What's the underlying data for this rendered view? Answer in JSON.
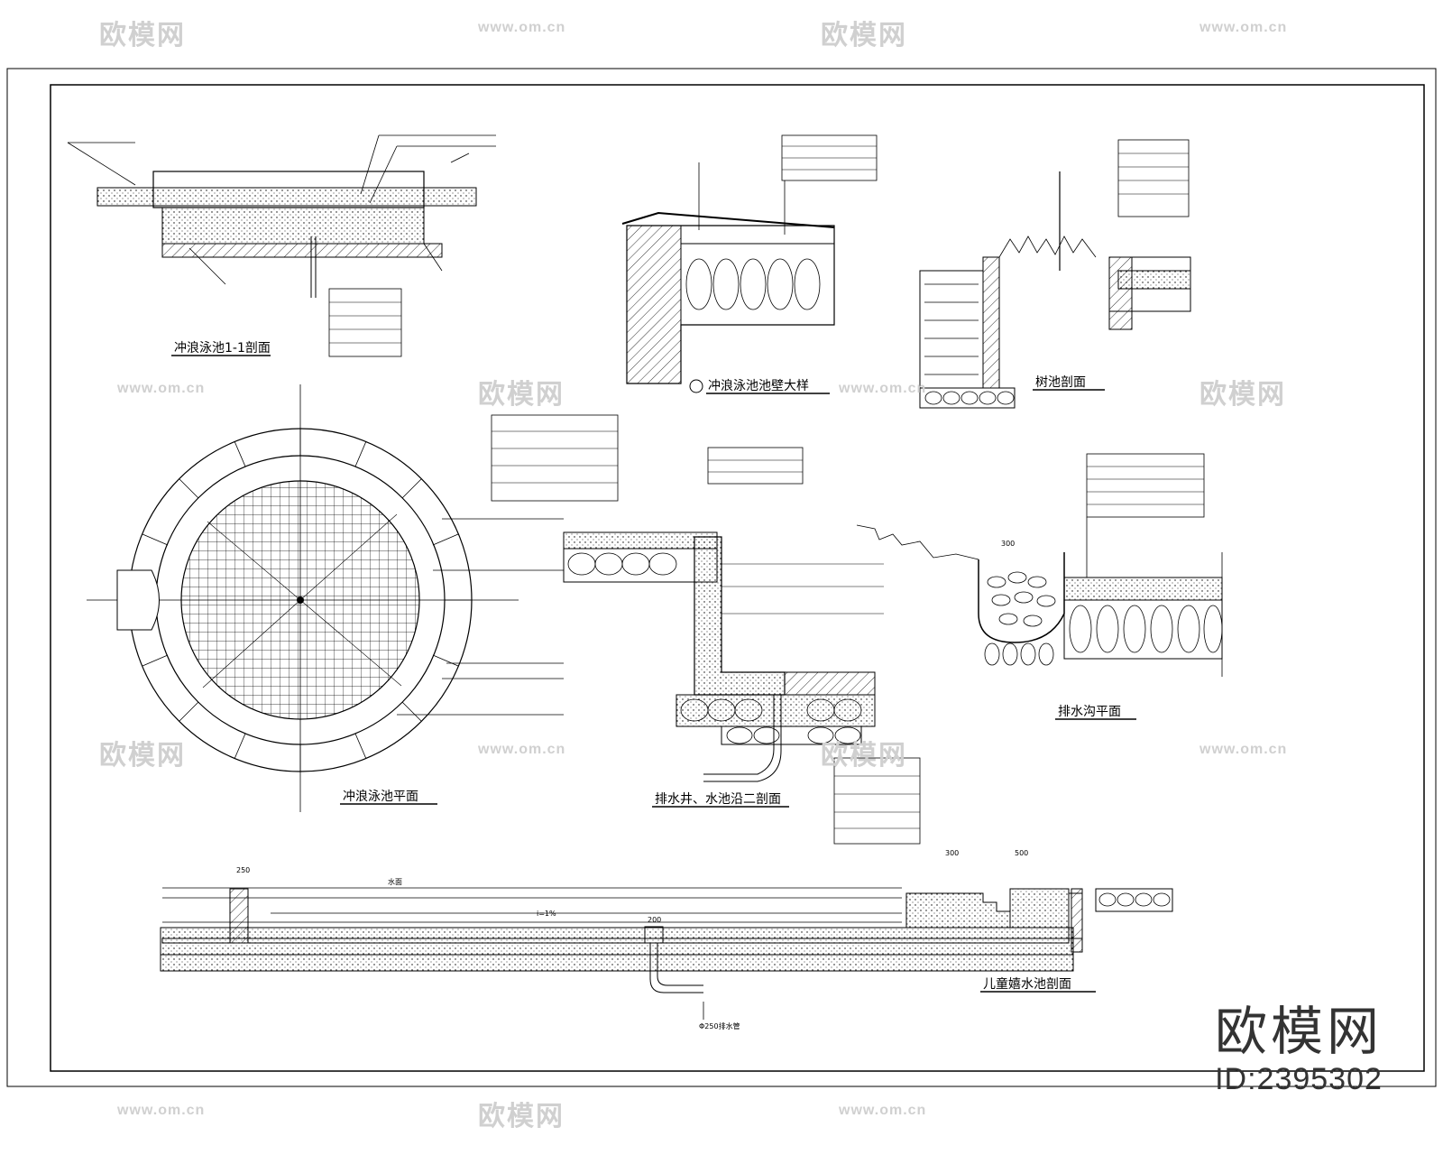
{
  "watermark": {
    "brand": "欧模网",
    "url": "www.om.cn"
  },
  "stamp": {
    "brand": "欧模网",
    "id": "ID:2395302"
  },
  "titles": {
    "section_1_1": "冲浪泳池1-1剖面",
    "detail_1": "冲浪泳池池壁大样",
    "planter_section": "树池剖面",
    "plan": "冲浪泳池平面",
    "drain_section": "排水井、水池沿二剖面",
    "ditch_plan": "排水沟平面",
    "kids_pool_section": "儿童嬉水池剖面"
  },
  "labels": {
    "dim_300": "300",
    "dim_500": "500",
    "dim_250": "250",
    "dim_200": "200",
    "water_level": "水面",
    "drain_pipe": "Φ250排水管",
    "slope": "i=1%"
  },
  "colors": {
    "line": "#000000",
    "watermark": "#d0d0d0",
    "stamp": "#333333"
  }
}
